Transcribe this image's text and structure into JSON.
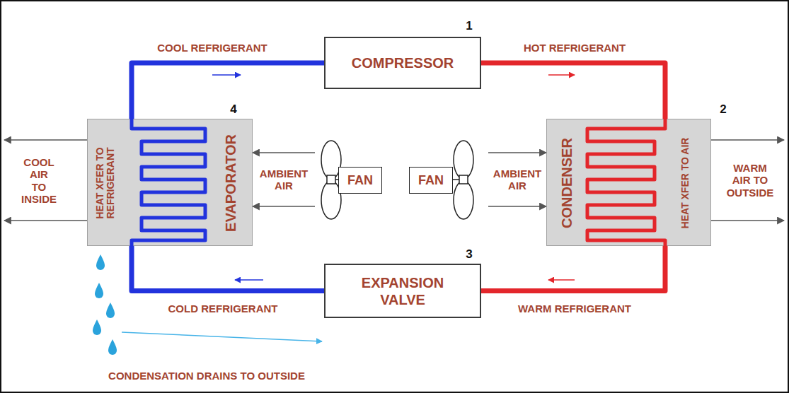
{
  "diagram": {
    "nodes": [
      {
        "text": [
          "COMPRESSOR"
        ]
      },
      {
        "text": [
          "CONDENSER",
          "HEAT XFER TO AIR"
        ]
      },
      {
        "text": [
          "EXPANSION VALVE"
        ]
      },
      {
        "text": [
          "HEAT XFER TO REFRIGERANT",
          "EVAPORATOR"
        ]
      },
      {
        "text": [
          "FAN"
        ]
      },
      {
        "text": [
          "FAN"
        ]
      }
    ],
    "edges": [
      {
        "from": 3,
        "to": 0,
        "arrow": "none",
        "label": "COOL REFRIGERANT"
      },
      {
        "from": 0,
        "to": 1,
        "arrow": "none",
        "label": "HOT REFRIGERANT"
      },
      {
        "from": 1,
        "to": 2,
        "arrow": "none",
        "label": "WARM REFRIGERANT"
      },
      {
        "from": 2,
        "to": 3,
        "arrow": "none",
        "label": "COLD REFRIGERANT"
      },
      {
        "from": 4,
        "to": 3,
        "arrow": "to",
        "label": "AMBIENT AIR"
      },
      {
        "from": 5,
        "to": 1,
        "arrow": "to",
        "label": "AMBIENT AIR"
      }
    ],
    "labels": [
      "1",
      "2",
      "3",
      "4",
      "COOL AIR TO INSIDE",
      "WARM AIR TO OUTSIDE",
      "CONDENSATION DRAINS TO OUTSIDE"
    ]
  }
}
